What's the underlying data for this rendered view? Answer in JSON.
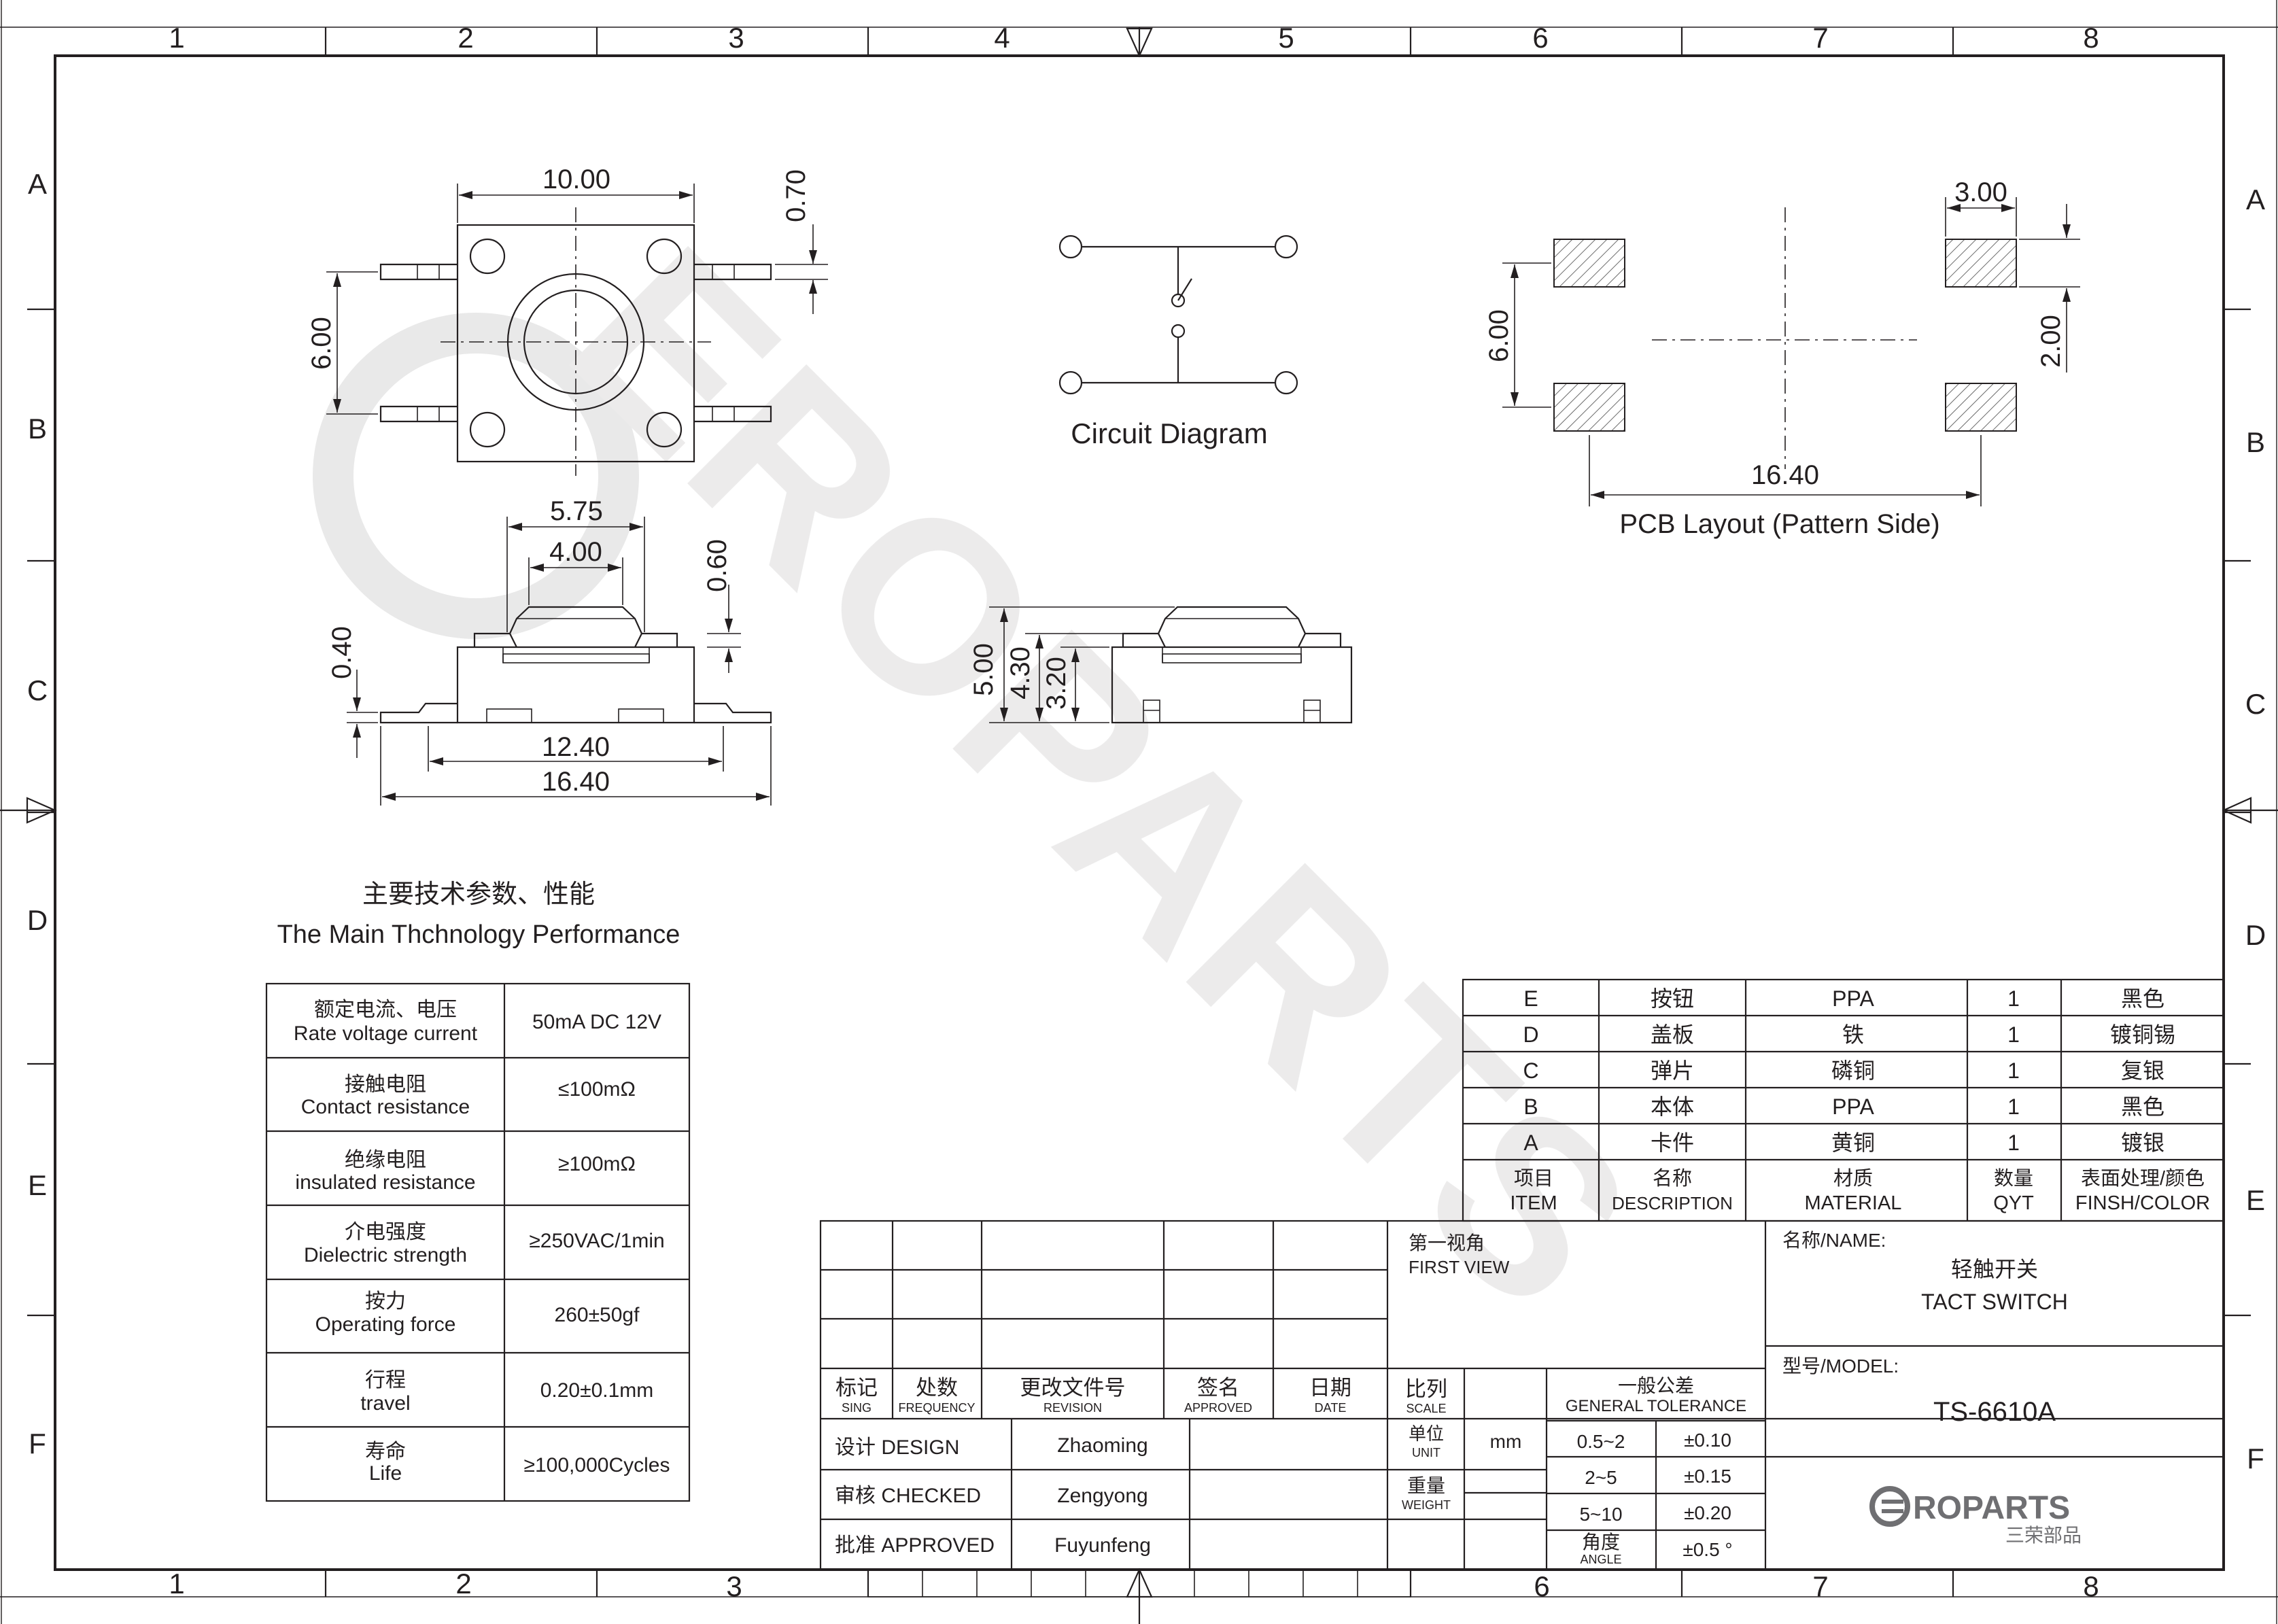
{
  "border": {
    "columns": [
      "1",
      "2",
      "3",
      "4",
      "5",
      "6",
      "7",
      "8"
    ],
    "rows": [
      "A",
      "B",
      "C",
      "D",
      "E",
      "F"
    ]
  },
  "watermark": "EROPARTS",
  "top_view": {
    "dim_width": "10.00",
    "dim_pitch": "6.00",
    "dim_lead": "0.70"
  },
  "side_view": {
    "dim_a": "5.75",
    "dim_b": "4.00",
    "dim_c": "0.60",
    "dim_d": "0.40",
    "dim_e": "12.40",
    "dim_f": "16.40"
  },
  "height_view": {
    "dim_a": "5.00",
    "dim_b": "4.30",
    "dim_c": "3.20"
  },
  "circuit": {
    "title": "Circuit Diagram"
  },
  "pcb": {
    "dim_pad_w": "3.00",
    "dim_pad_h": "2.00",
    "dim_pitch": "6.00",
    "dim_span": "16.40",
    "title": "PCB  Layout (Pattern Side)"
  },
  "performance": {
    "title_cn": "主要技术参数、性能",
    "title_en": "The Main Thchnology Performance",
    "rows": [
      {
        "cn": "额定电流、电压",
        "en": "Rate voltage current",
        "value": "50mA DC 12V"
      },
      {
        "cn": "接触电阻",
        "en": "Contact resistance",
        "value": "≤100mΩ"
      },
      {
        "cn": "绝缘电阻",
        "en": "insulated resistance",
        "value": "≥100mΩ"
      },
      {
        "cn": "介电强度",
        "en": "Dielectric strength",
        "value": "≥250VAC/1min"
      },
      {
        "cn": "按力",
        "en": "Operating force",
        "value": "260±50gf"
      },
      {
        "cn": "行程",
        "en": "travel",
        "value": "0.20±0.1mm"
      },
      {
        "cn": "寿命",
        "en": "Life",
        "value": "≥100,000Cycles"
      }
    ]
  },
  "bom": {
    "rows": [
      {
        "item": "E",
        "desc": "按钮",
        "material": "PPA",
        "qty": "1",
        "finish": "黑色"
      },
      {
        "item": "D",
        "desc": "盖板",
        "material": "铁",
        "qty": "1",
        "finish": "镀铜锡"
      },
      {
        "item": "C",
        "desc": "弹片",
        "material": "磷铜",
        "qty": "1",
        "finish": "复银"
      },
      {
        "item": "B",
        "desc": "本体",
        "material": "PPA",
        "qty": "1",
        "finish": "黑色"
      },
      {
        "item": "A",
        "desc": "卡件",
        "material": "黄铜",
        "qty": "1",
        "finish": "镀银"
      }
    ],
    "header": {
      "item_cn": "项目",
      "item_en": "ITEM",
      "desc_cn": "名称",
      "desc_en": "DESCRIPTION",
      "material_cn": "材质",
      "material_en": "MATERIAL",
      "qty_cn": "数量",
      "qty_en": "QYT",
      "finish_cn": "表面处理/颜色",
      "finish_en": "FINSH/COLOR"
    }
  },
  "title_block": {
    "rev_header": {
      "sing_cn": "标记",
      "sing_en": "SING",
      "freq_cn": "处数",
      "freq_en": "FREQUENCY",
      "rev_cn": "更改文件号",
      "rev_en": "REVISION",
      "appr_cn": "签名",
      "appr_en": "APPROVED",
      "date_cn": "日期",
      "date_en": "DATE"
    },
    "design_label": "设计 DESIGN",
    "design_name": "Zhaoming",
    "checked_label": "审核 CHECKED",
    "checked_name": "Zengyong",
    "approved_label": "批准 APPROVED",
    "approved_name": "Fuyunfeng",
    "view_cn": "第一视角",
    "view_en": "FIRST VIEW",
    "scale_cn": "比列",
    "scale_en": "SCALE",
    "unit_cn": "单位",
    "unit_en": "UNIT",
    "unit_value": "mm",
    "weight_cn": "重量",
    "weight_en": "WEIGHT",
    "tol_cn": "一般公差",
    "tol_en": "GENERAL TOLERANCE",
    "tolerances": [
      {
        "range": "0.5~2",
        "tol": "±0.10"
      },
      {
        "range": "2~5",
        "tol": "±0.15"
      },
      {
        "range": "5~10",
        "tol": "±0.20"
      }
    ],
    "angle_cn": "角度",
    "angle_en": "ANGLE",
    "angle_tol": "±0.5 °",
    "name_label": "名称/NAME:",
    "name_cn": "轻触开关",
    "name_en": "TACT  SWITCH",
    "model_label": "型号/MODEL:",
    "model": "TS-6610A",
    "logo_text": "EROPARTS",
    "logo_sub": "三荣部品"
  }
}
